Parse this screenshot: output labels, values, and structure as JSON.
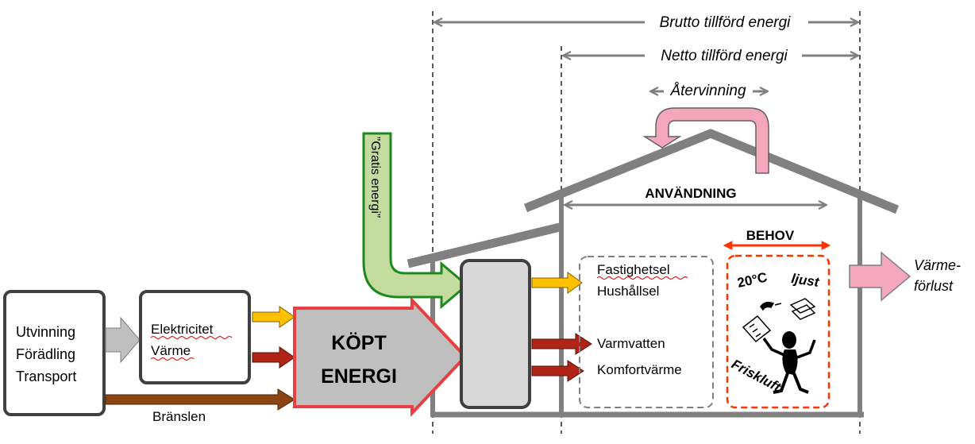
{
  "title_brutto": "Brutto tillförd energi",
  "title_netto": "Netto  tillförd energi",
  "recovery": "Återvinning",
  "usage": "ANVÄNDNING",
  "need": "BEHOV",
  "free_energy": "”Gratis energi”",
  "source_lines": [
    "Utvinning",
    "Förädling",
    "Transport"
  ],
  "conversion_lines": [
    "Elektricitet",
    "Värme"
  ],
  "fuels": "Bränslen",
  "bought_lines": [
    "KÖPT",
    "ENERGI"
  ],
  "use_el_lines": [
    "Fastighetsel",
    "Hushållsel"
  ],
  "use_heat_lines": [
    "Varmvatten",
    "Komfortvärme"
  ],
  "need_labels": {
    "temperature": "20°C",
    "light": "ljust",
    "air": "Friskluft"
  },
  "heat_loss_lines": [
    "Värme-",
    "förlust"
  ],
  "colors": {
    "gray_line": "#808080",
    "bought_fill": "#bfbfbf",
    "bought_border": "#e84040",
    "free_fill": "#c4dca0",
    "free_border": "#1e8a1e",
    "electric_arrow": "#ffc000",
    "heat_arrow": "#b02418",
    "fuel_arrow": "#8b4513",
    "recovery_pink": "#f4a6bd",
    "need_red": "#ff3300"
  }
}
